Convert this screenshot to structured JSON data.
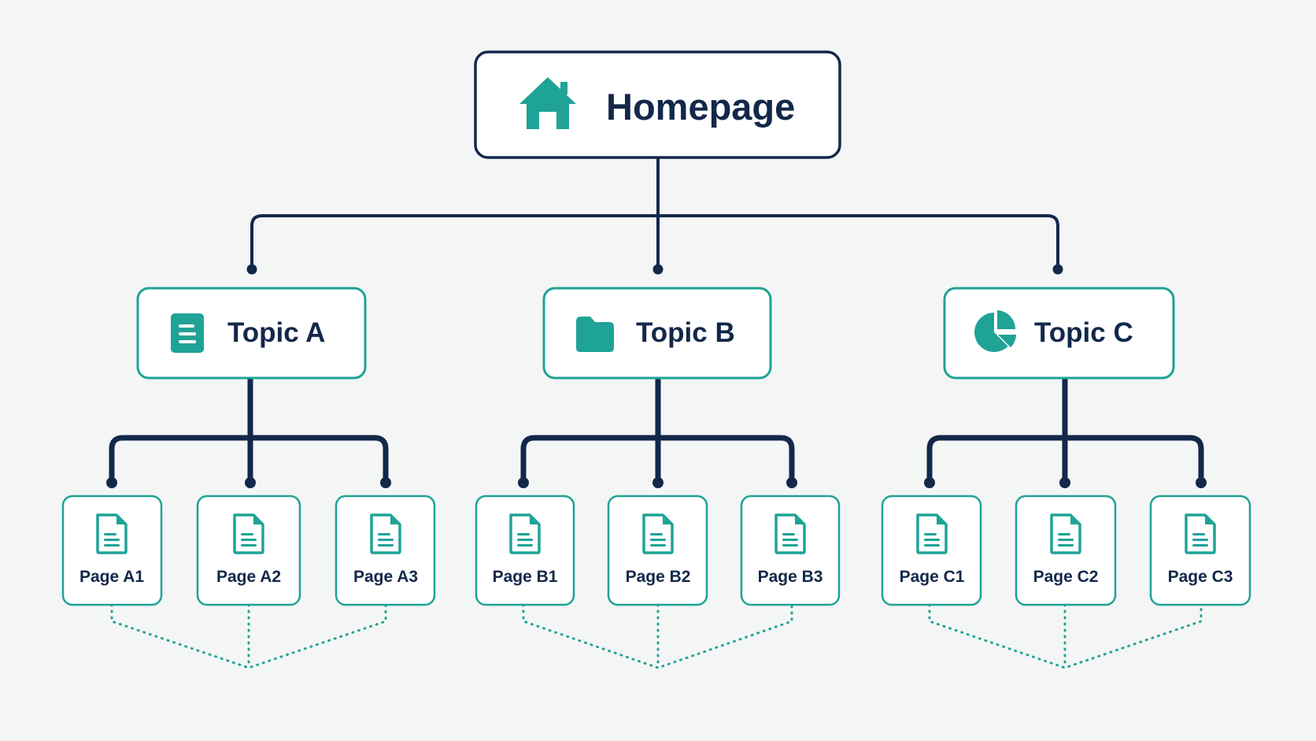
{
  "colors": {
    "background": "#f4f5f5",
    "navy": "#13284a",
    "teal": "#1fa396"
  },
  "root": {
    "label": "Homepage",
    "icon": "house-icon"
  },
  "topics": [
    {
      "label": "Topic A",
      "icon": "document-icon",
      "pages": [
        {
          "label": "Page A1",
          "icon": "page-icon"
        },
        {
          "label": "Page A2",
          "icon": "page-icon"
        },
        {
          "label": "Page A3",
          "icon": "page-icon"
        }
      ]
    },
    {
      "label": "Topic B",
      "icon": "folder-icon",
      "pages": [
        {
          "label": "Page B1",
          "icon": "page-icon"
        },
        {
          "label": "Page B2",
          "icon": "page-icon"
        },
        {
          "label": "Page B3",
          "icon": "page-icon"
        }
      ]
    },
    {
      "label": "Topic C",
      "icon": "pie-chart-icon",
      "pages": [
        {
          "label": "Page C1",
          "icon": "page-icon"
        },
        {
          "label": "Page C2",
          "icon": "page-icon"
        },
        {
          "label": "Page C3",
          "icon": "page-icon"
        }
      ]
    }
  ]
}
